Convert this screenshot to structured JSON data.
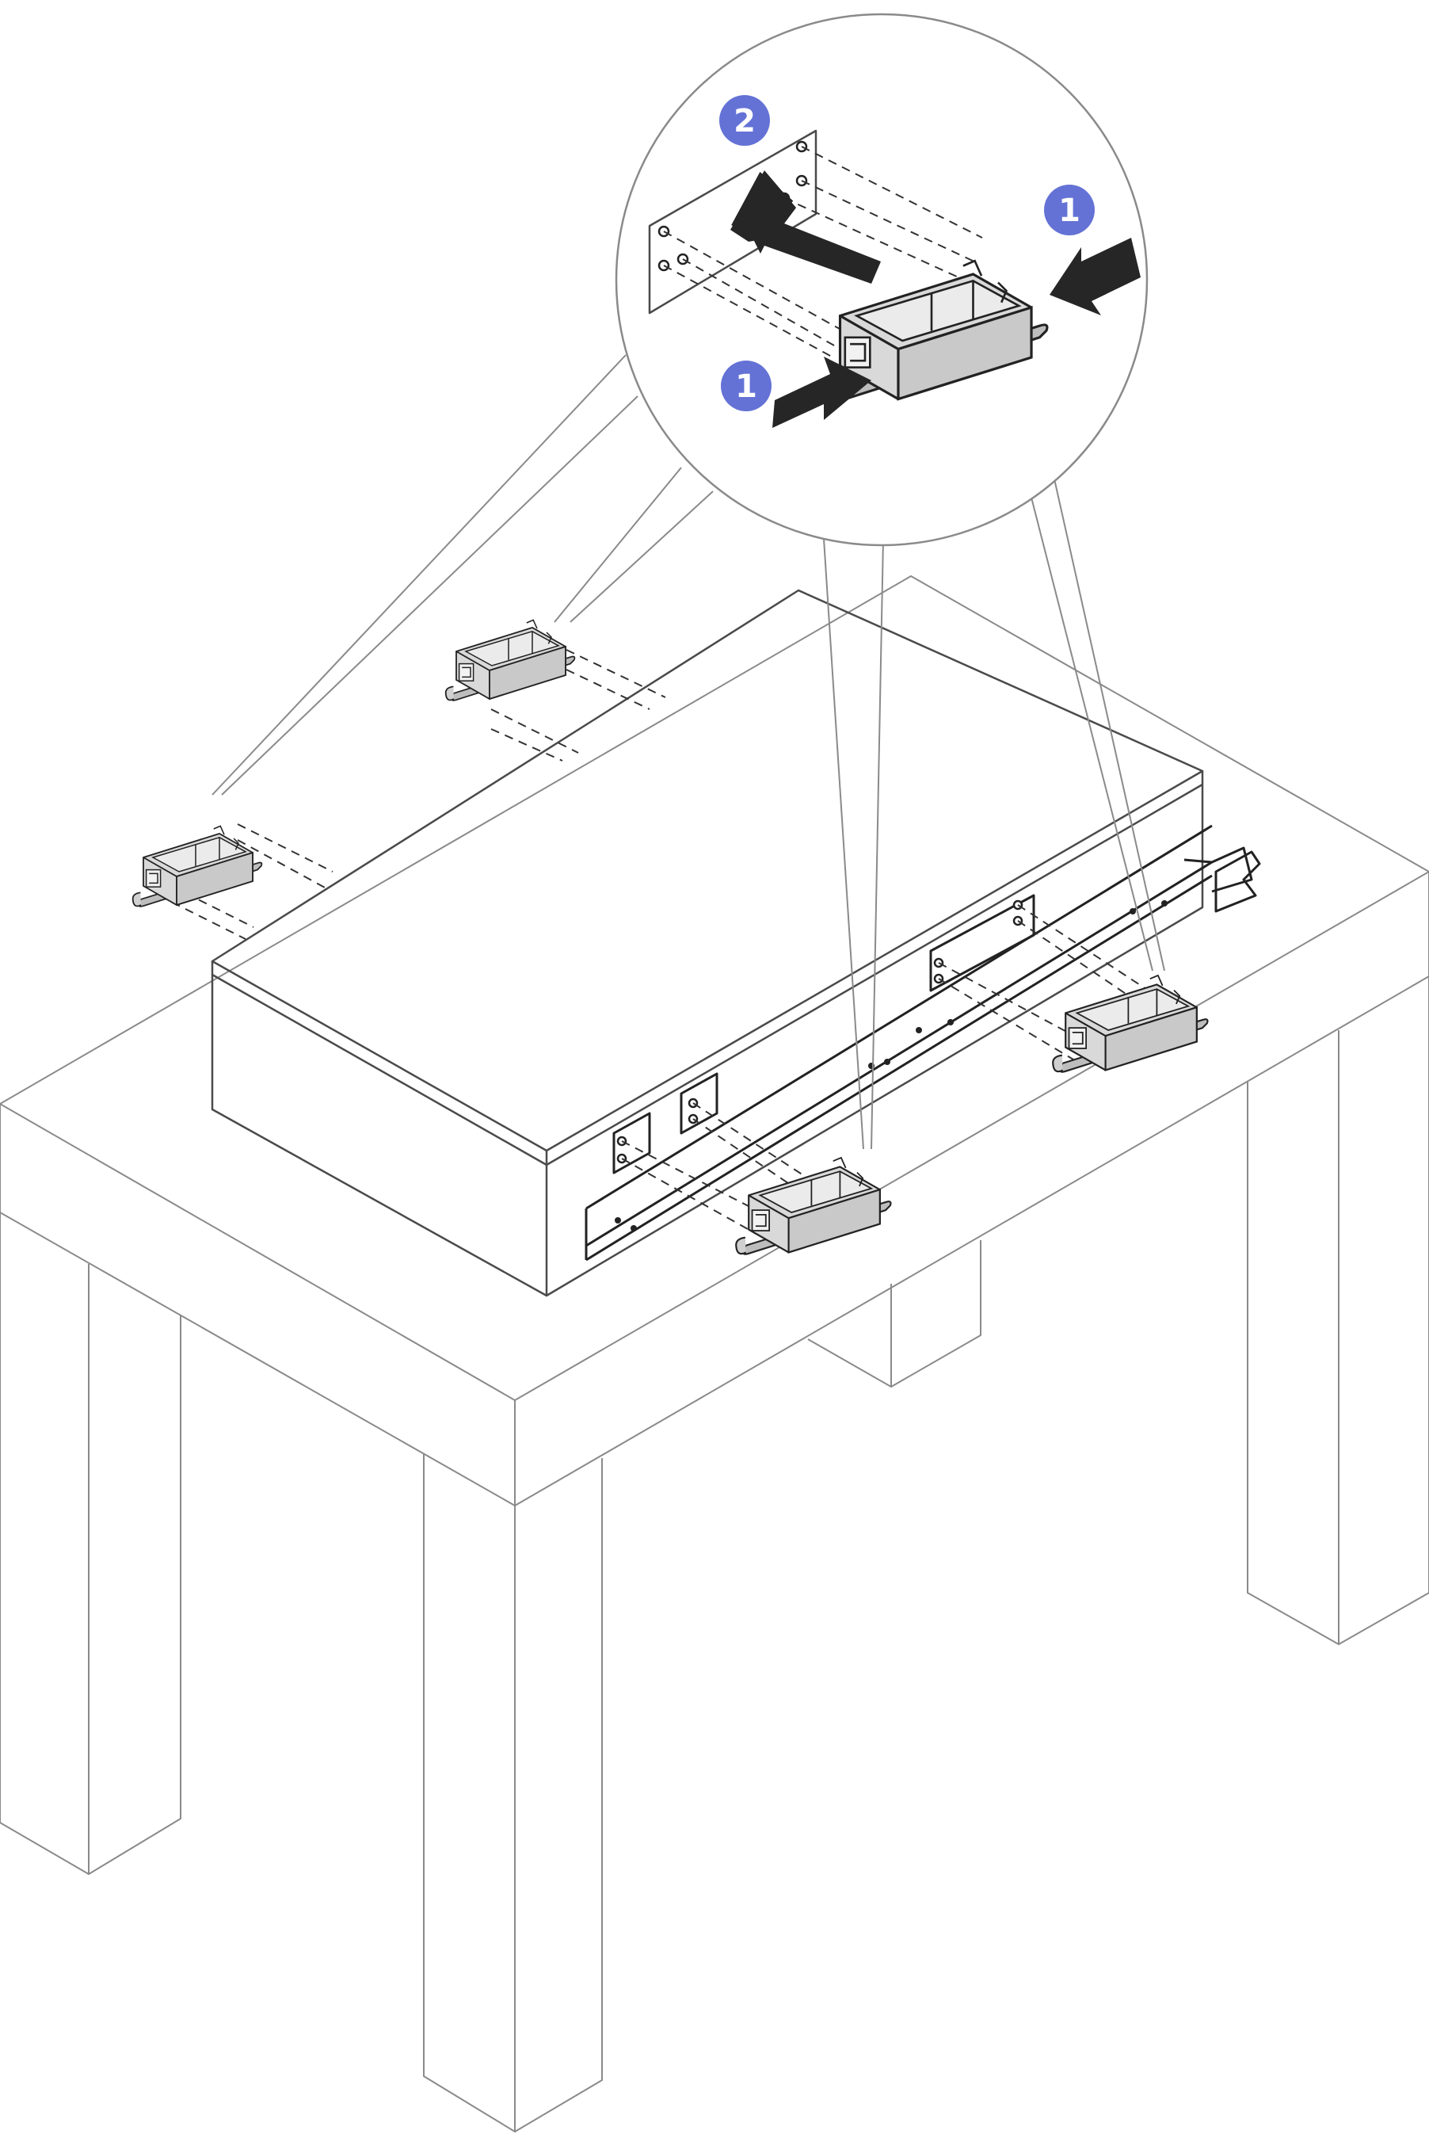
{
  "colors": {
    "callout_fill": "#6472d6",
    "callout_text": "#ffffff",
    "bracket_fill": "#d9d9d9",
    "bracket_shade": "#bdbdbd",
    "line_light": "#8a8a8a",
    "line_dark": "#222222",
    "arrow_fill": "#262626"
  },
  "callouts": [
    {
      "id": "step-2",
      "label": "2"
    },
    {
      "id": "step-1-right",
      "label": "1"
    },
    {
      "id": "step-1-left",
      "label": "1"
    }
  ],
  "icons": {
    "zoom": "magnifier-detail-circle",
    "arrow": "press-arrow"
  }
}
